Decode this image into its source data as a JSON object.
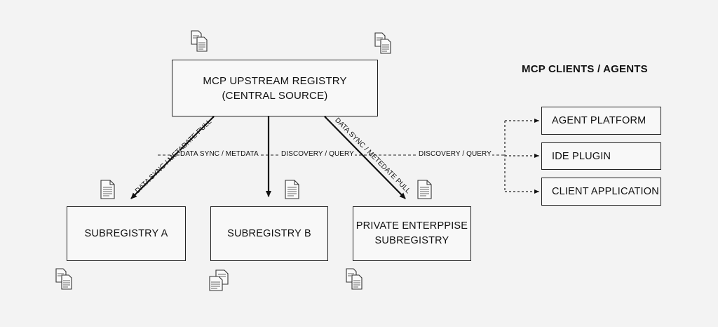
{
  "upstream": {
    "line1": "MCP UPSTREAM REGISTRY",
    "line2": "(CENTRAL SOURCE)"
  },
  "subregistries": {
    "a": "SUBREGISTRY A",
    "b": "SUBREGISTRY B",
    "private_line1": "PRIVATE ENTERPPISE",
    "private_line2": "SUBREGISTRY"
  },
  "clients": {
    "title": "MCP CLIENTS / AGENTS",
    "items": [
      "AGENT PLATFORM",
      "IDE PLUGIN",
      "CLIENT APPLICATION"
    ]
  },
  "edges": {
    "left_diag": "DATA SYNC / METADATE PULL",
    "right_diag": "DATA SYNC / METEDATE PULL",
    "horizontal_1": "DATA SYNC / METDATA",
    "horizontal_2": "DISCOVERY / QUERY",
    "horizontal_3": "DISCOVERY / QUERY"
  },
  "icons": {
    "upstream_left": "documents-icon",
    "upstream_right": "documents-icon",
    "sub_a_top": "document-icon",
    "sub_b_top": "document-icon",
    "private_top": "document-icon",
    "sub_a_bottom": "documents-icon",
    "sub_b_bottom": "documents-icon",
    "private_bottom": "documents-icon"
  }
}
